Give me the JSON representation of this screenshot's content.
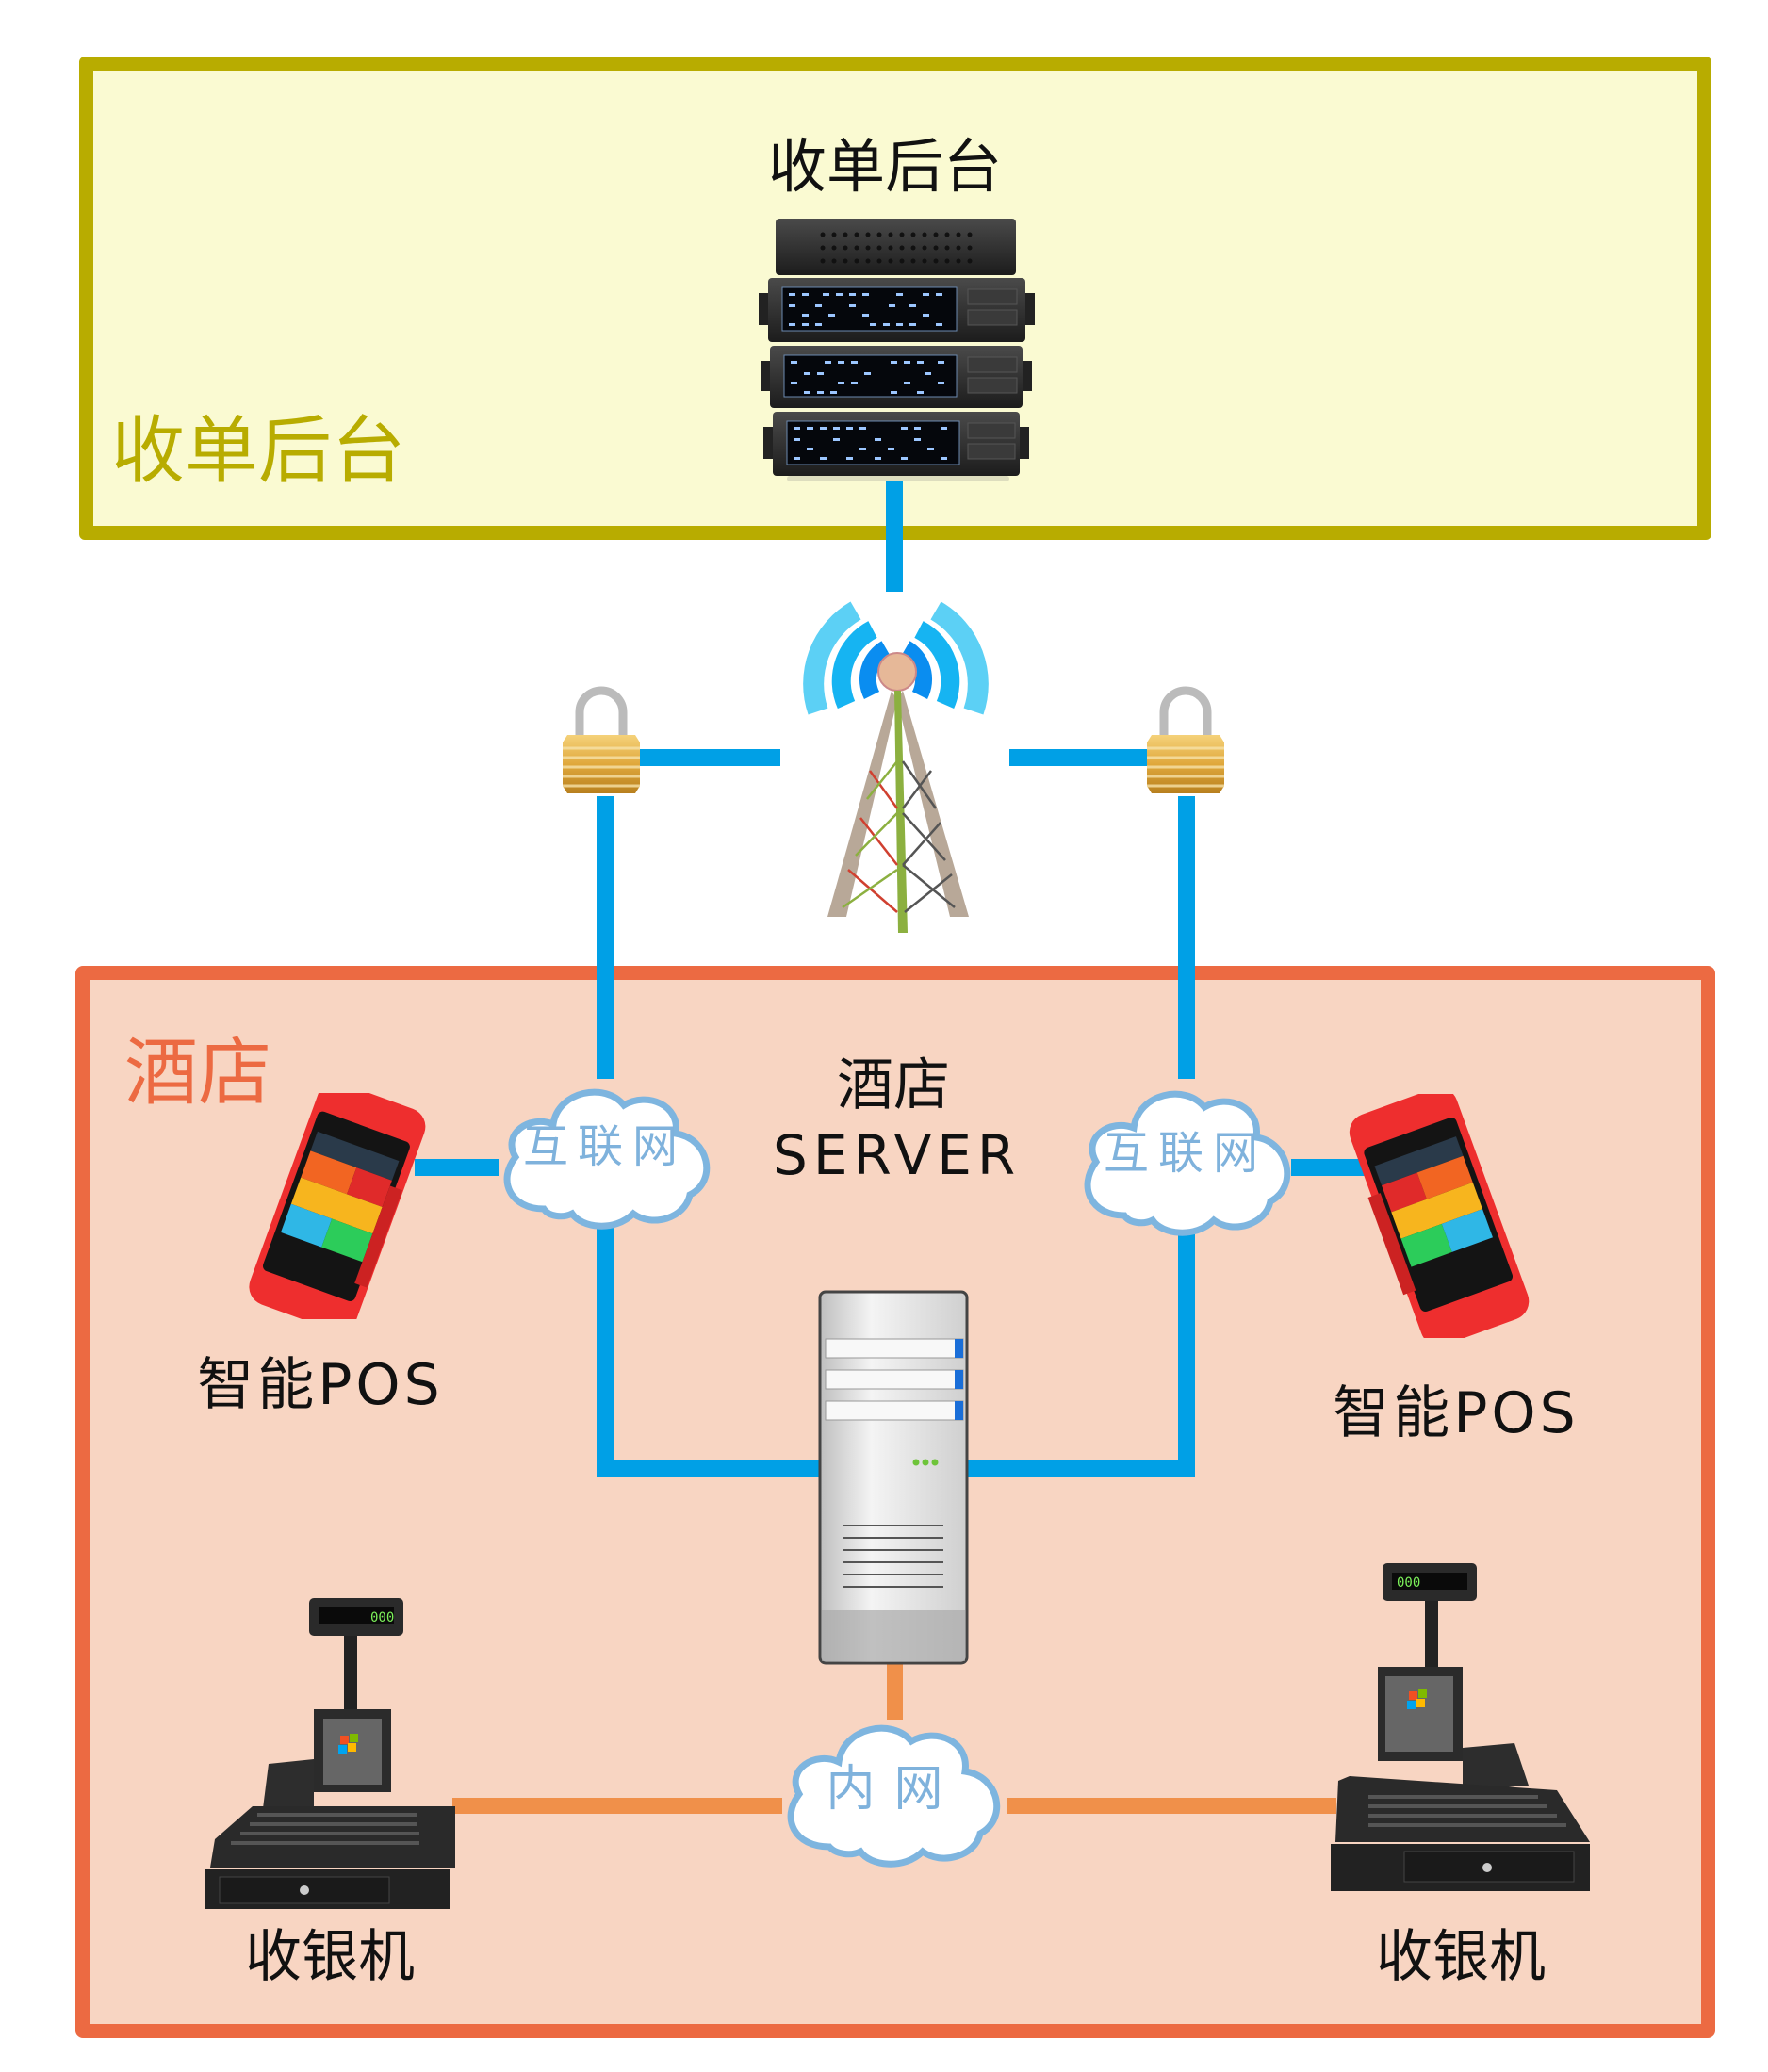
{
  "zones": {
    "acquiring_backend": {
      "label": "收单后台",
      "border_color": "#B8AC00",
      "fill_color": "#FAFAD2"
    },
    "hotel": {
      "label": "酒店",
      "border_color": "#EC6A42",
      "fill_color": "#F8D5C2"
    }
  },
  "nodes": {
    "backend_server": {
      "label": "收单后台",
      "icon": "server-rack-icon"
    },
    "tower": {
      "icon": "signal-tower-icon"
    },
    "lock_left": {
      "icon": "padlock-icon"
    },
    "lock_right": {
      "icon": "padlock-icon"
    },
    "hotel_server": {
      "label_line1": "酒店",
      "label_line2": "SERVER",
      "icon": "tower-server-icon"
    },
    "cloud_internet_left": {
      "label": "互联网",
      "icon": "cloud-icon"
    },
    "cloud_internet_right": {
      "label": "互联网",
      "icon": "cloud-icon"
    },
    "cloud_intranet": {
      "label": "内网",
      "icon": "cloud-icon"
    },
    "pos_left": {
      "label": "智能POS",
      "icon": "smart-pos-terminal-icon"
    },
    "pos_right": {
      "label": "智能POS",
      "icon": "smart-pos-terminal-icon"
    },
    "register_left": {
      "label": "收银机",
      "icon": "cash-register-icon"
    },
    "register_right": {
      "label": "收银机",
      "icon": "cash-register-icon"
    }
  },
  "links": [
    {
      "from": "backend_server",
      "to": "tower",
      "type": "internet",
      "color": "#00A0E6"
    },
    {
      "from": "tower",
      "to": "lock_left",
      "type": "internet",
      "color": "#00A0E6"
    },
    {
      "from": "tower",
      "to": "lock_right",
      "type": "internet",
      "color": "#00A0E6"
    },
    {
      "from": "lock_left",
      "to": "cloud_internet_left",
      "type": "internet",
      "color": "#00A0E6"
    },
    {
      "from": "lock_right",
      "to": "cloud_internet_right",
      "type": "internet",
      "color": "#00A0E6"
    },
    {
      "from": "cloud_internet_left",
      "to": "pos_left",
      "type": "internet",
      "color": "#00A0E6"
    },
    {
      "from": "cloud_internet_right",
      "to": "pos_right",
      "type": "internet",
      "color": "#00A0E6"
    },
    {
      "from": "cloud_internet_left",
      "to": "hotel_server",
      "type": "internet",
      "color": "#00A0E6"
    },
    {
      "from": "cloud_internet_right",
      "to": "hotel_server",
      "type": "internet",
      "color": "#00A0E6"
    },
    {
      "from": "hotel_server",
      "to": "cloud_intranet",
      "type": "intranet",
      "color": "#F0904A"
    },
    {
      "from": "cloud_intranet",
      "to": "register_left",
      "type": "intranet",
      "color": "#F0904A"
    },
    {
      "from": "cloud_intranet",
      "to": "register_right",
      "type": "intranet",
      "color": "#F0904A"
    }
  ]
}
